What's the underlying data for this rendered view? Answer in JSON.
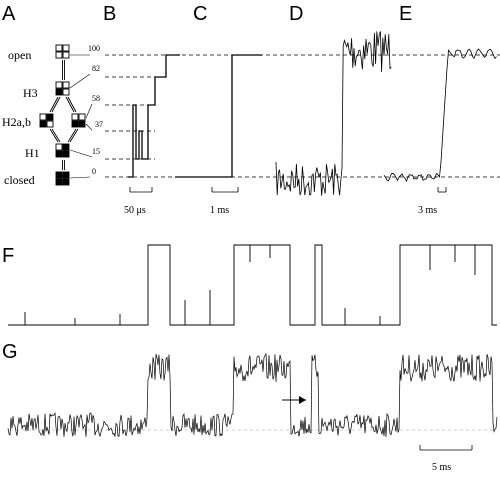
{
  "panels": {
    "a": "A",
    "b": "B",
    "c": "C",
    "d": "D",
    "e": "E",
    "f": "F",
    "g": "G"
  },
  "states": {
    "open": "open",
    "h3": "H3",
    "h2ab": "H2a,b",
    "h1": "H1",
    "closed": "closed"
  },
  "levels": {
    "l100": "100",
    "l82": "82",
    "l58": "58",
    "l37": "37",
    "l15": "15",
    "l0": "0"
  },
  "scale_bars": {
    "b": "50 μs",
    "c": "1 ms",
    "e": "3 ms",
    "g": "5 ms"
  }
}
